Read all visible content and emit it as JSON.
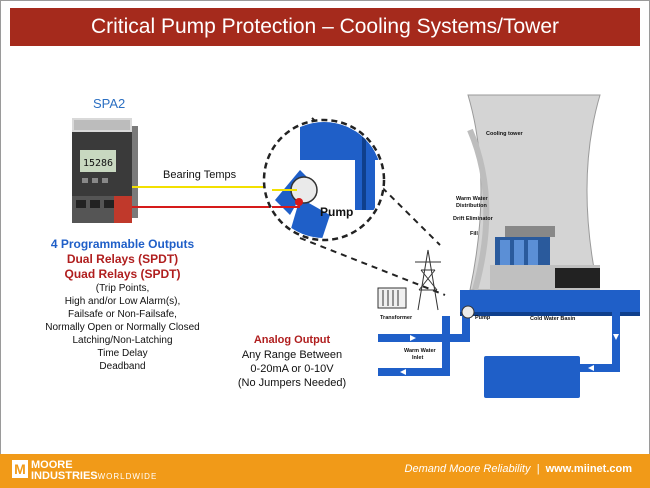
{
  "header": {
    "title": "Critical Pump Protection – Cooling Systems/Tower"
  },
  "device": {
    "label": "SPA2",
    "display_value": "15286"
  },
  "connection": {
    "label": "Bearing Temps"
  },
  "pump": {
    "label": "Pump"
  },
  "outputs": {
    "heading": "4 Programmable Outputs",
    "dual": "Dual Relays (SPDT)",
    "quad": "Quad Relays (SPDT)",
    "details": [
      "(Trip Points,",
      "High and/or Low Alarm(s),",
      "Failsafe or Non-Failsafe,",
      "Normally Open or Normally Closed",
      "Latching/Non-Latching",
      "Time Delay",
      "Deadband"
    ]
  },
  "analog": {
    "heading": "Analog Output",
    "lines": [
      "Any Range Between",
      "0-20mA or 0-10V",
      "(No Jumpers Needed)"
    ]
  },
  "tower_labels": {
    "cooling_tower": "Cooling tower",
    "warm_water_distribution_1": "Warm Water",
    "warm_water_distribution_2": "Distribution",
    "drift_eliminator": "Drift Eliminator",
    "fill": "Fill",
    "transformer": "Transformer",
    "pump": "Pump",
    "cold_water_basin": "Cold Water Basin",
    "warm_water_inlet_1": "Warm Water",
    "warm_water_inlet_2": "Inlet"
  },
  "footer": {
    "logo_line1": "MOORE",
    "logo_line2": "INDUSTRIES",
    "logo_line3": "WORLDWIDE",
    "tagline": "Demand Moore Reliability",
    "separator": "|",
    "url": "www.miinet.com"
  },
  "colors": {
    "title_bar": "#a52a1c",
    "footer": "#f19a18",
    "pipe_blue": "#1f5fc8",
    "heading_blue": "#1f5fc8",
    "heading_red": "#b01e1e"
  }
}
